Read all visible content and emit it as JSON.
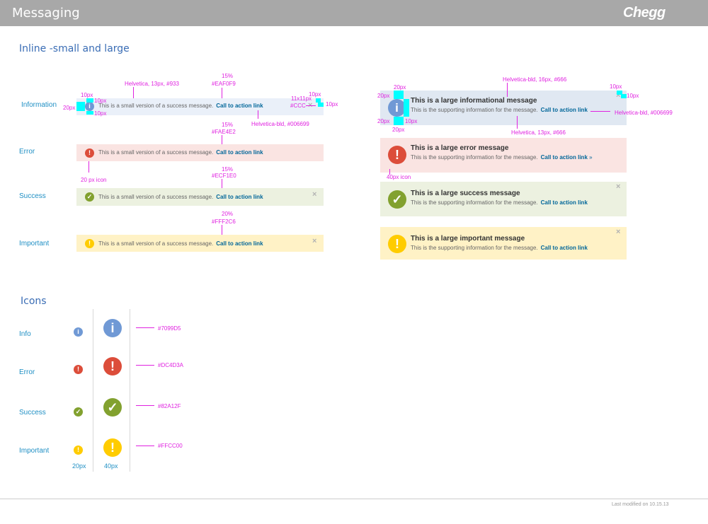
{
  "header": {
    "title": "Messaging",
    "logo": "Chegg"
  },
  "sections": {
    "inline_title": "Inline -small and large",
    "icons_title": "Icons"
  },
  "labels": {
    "information": "Information",
    "error": "Error",
    "success": "Success",
    "important": "Important",
    "info": "Info"
  },
  "small": {
    "message": "This is a small version of a success message.",
    "link": "Call to action link",
    "close": "×"
  },
  "large": {
    "info_title": "This is a large informational message",
    "error_title": "This is a large error message",
    "success_title": "This is a large success message",
    "important_title": "This is a large important message",
    "supporting": "This is the supporting information for the message.",
    "link": "Call to action link",
    "link_arrow": "»",
    "close": "×"
  },
  "annotations": {
    "helv13_933": "Helvetica, 13px, #933",
    "info_pct": "15%",
    "info_hex": "#EAF0F9",
    "p10a": "10px",
    "p10b": "10px",
    "p10c": "10px",
    "p20": "20px",
    "p11": "11x11px",
    "ccc": "#CCC",
    "p10d": "10px",
    "p10e": "10px",
    "helv_bld_069": "Helvetica-bld, #006699",
    "err_pct": "15%",
    "err_hex": "#FAE4E2",
    "icon20": "20 px icon",
    "suc_pct": "15%",
    "suc_hex": "#ECF1E0",
    "imp_pct": "20%",
    "imp_hex": "#FFF2C6",
    "helv_bld16": "Helvetica-bld, 16px, #666",
    "l20a": "20px",
    "l20b": "20px",
    "l20c": "20px",
    "l20d": "20px",
    "l10a": "10px",
    "l10b": "10px",
    "l10c": "10px",
    "l_helv_bld_069": "Helvetica-bld, #006699",
    "l_helv13_666": "Helvetica, 13px, #666",
    "icon40": "40px icon"
  },
  "icons": {
    "info_hex": "#7099D5",
    "error_hex": "#DC4D3A",
    "success_hex": "#82A12F",
    "important_hex": "#FFCC00",
    "col20": "20px",
    "col40": "40px"
  },
  "glyphs": {
    "info": "i",
    "error": "!",
    "success": "✓",
    "important": "!"
  },
  "colors": {
    "info_bg": "#eaf0f9",
    "error_bg": "#fae4e2",
    "success_bg": "#ecf1e0",
    "important_bg": "#fff2c6",
    "info_icon": "#7099d5",
    "error_icon": "#dc4d3a",
    "success_icon": "#82a12f",
    "important_icon": "#ffcc00",
    "annotation": "#e022e0",
    "link": "#006699"
  },
  "footer": {
    "modified": "Last modified on 10.15.13"
  }
}
